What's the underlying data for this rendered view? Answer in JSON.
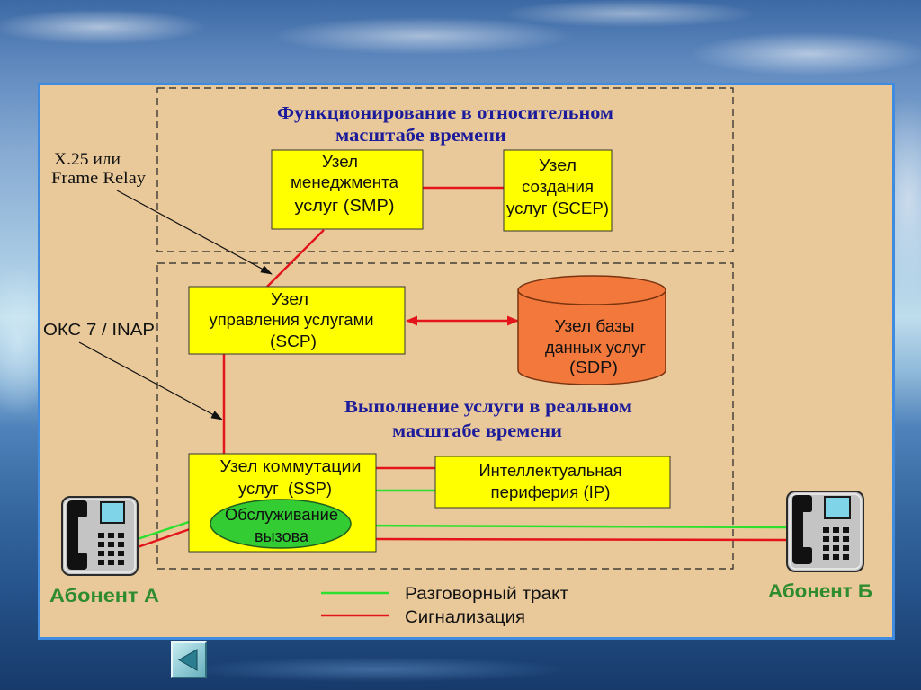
{
  "colors": {
    "panel_background": "#E9C99A",
    "panel_border": "#3F8BE0",
    "node_fill": "#FFFF00",
    "database_fill": "#F2783C",
    "call_handling_fill": "#33CC33",
    "signaling_line": "#E4141B",
    "voice_line": "#2EE02E",
    "zone_title": "#1C1C9A",
    "subscriber_label": "#2E8B2E",
    "phone_body": "#C4C4C4",
    "phone_screen": "#7FD4E8"
  },
  "zones": {
    "relative_time": {
      "title": [
        "Функционирование в относительном",
        "масштабе времени"
      ]
    },
    "real_time": {
      "title": [
        "Выполнение услуги в реальном",
        "масштабе времени"
      ]
    }
  },
  "nodes": {
    "smp": [
      "Узел",
      "менеджмента",
      "услуг (SMP)"
    ],
    "scep": [
      "Узел",
      "создания",
      "услуг (SCEP)"
    ],
    "scp": [
      "Узел",
      "управления услугами",
      "(SCP)"
    ],
    "sdp": [
      "Узел базы",
      "данных услуг",
      "(SDP)"
    ],
    "ssp": [
      "Узел коммутации",
      "услуг  (SSP)"
    ],
    "call_handling": [
      "Обслуживание",
      "вызова"
    ],
    "ip": [
      "Интеллектуальная",
      "периферия (IP)"
    ]
  },
  "interfaces": {
    "management": [
      "X.25 или",
      "Frame Relay"
    ],
    "signaling": "ОКС 7 / INAP"
  },
  "subscribers": {
    "a": {
      "label": "Абонент А",
      "icon": "phone-icon"
    },
    "b": {
      "label": "Абонент Б",
      "icon": "phone-icon"
    }
  },
  "legend": [
    {
      "label": "Разговорный тракт",
      "color": "#2EE02E"
    },
    {
      "label": "Сигнализация",
      "color": "#E4141B"
    }
  ],
  "navigation": {
    "back_button": {
      "icon": "back-arrow-icon"
    }
  }
}
